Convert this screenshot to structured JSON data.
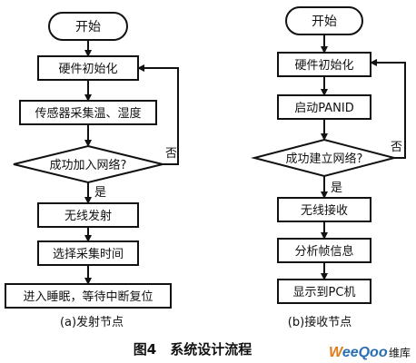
{
  "left_chart": {
    "start": "开始",
    "init": "硬件初始化",
    "sensor": "传感器采集温、湿度",
    "decision": "成功加入网络?",
    "no": "否",
    "yes": "是",
    "transmit": "无线发射",
    "select_time": "选择采集时间",
    "sleep": "进入睡眠，等待中断复位",
    "caption": "(a)发射节点"
  },
  "right_chart": {
    "start": "开始",
    "init": "硬件初始化",
    "panid": "启动PANID",
    "decision": "成功建立网络?",
    "no": "否",
    "yes": "是",
    "receive": "无线接收",
    "analyze": "分析帧信息",
    "display": "显示到PC机",
    "caption": "(b)接收节点"
  },
  "figure_title": "图4　系统设计流程",
  "watermark": {
    "brand_w": "W",
    "brand_rest": "eeQoo",
    "brand_cn": "维库"
  }
}
